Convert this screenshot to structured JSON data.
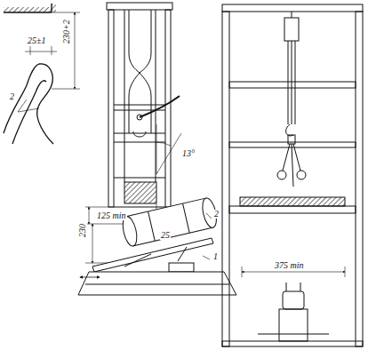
{
  "diagram": {
    "labels": [
      "25±1",
      "230+2",
      "2",
      "13°",
      "125 min",
      "25",
      "230",
      "2",
      "1",
      "375 min"
    ]
  }
}
